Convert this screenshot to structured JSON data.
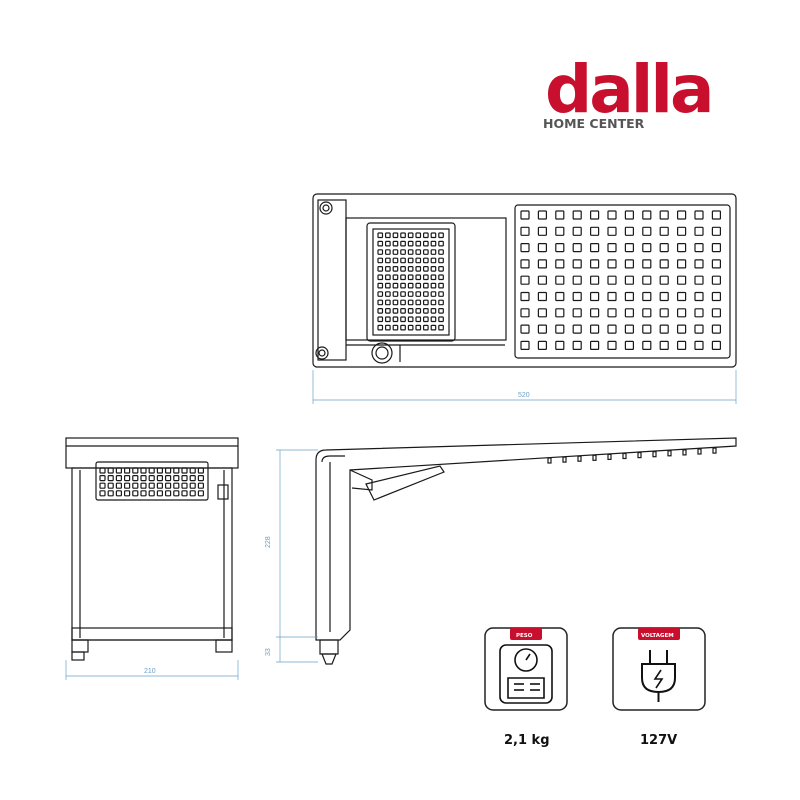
{
  "brand": {
    "name": "dalla",
    "tagline": "HOME CENTER",
    "color": "#c8102e"
  },
  "dimensions": {
    "top_width": "520",
    "side_width": "210",
    "height": "228",
    "base_height": "33"
  },
  "specs": [
    {
      "label": "PESO",
      "value": "2,1 kg",
      "icon": "scale-icon"
    },
    {
      "label": "VOLTAGEM",
      "value": "127V",
      "icon": "plug-icon"
    }
  ],
  "colors": {
    "line": "#1a1a1a",
    "dimension": "#6aa0c8",
    "badge": "#c8102e"
  }
}
